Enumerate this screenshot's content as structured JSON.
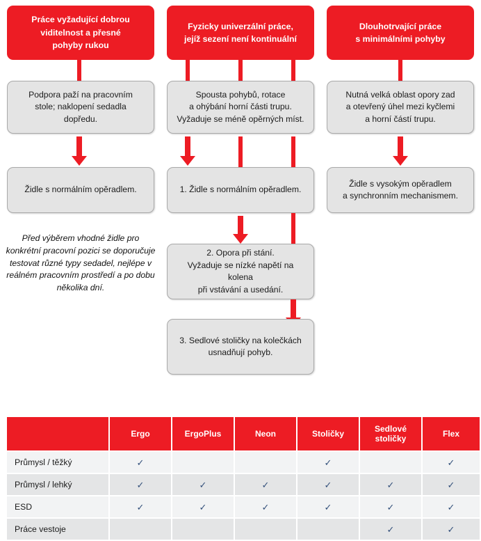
{
  "flow": {
    "columns": [
      {
        "id": "col-precision-work",
        "header": [
          "Práce vyžadující dobrou",
          "viditelnost a přesné",
          "pohyby rukou"
        ],
        "requirement": [
          "Podpora paží na pracovním",
          "stole; naklopení sedadla",
          "dopředu."
        ],
        "solutions": [
          {
            "id": "sol-1",
            "lines": [
              "Židle s normálním opěradlem."
            ]
          }
        ],
        "note": [
          "Před výběrem vhodné židle",
          "pro konkrétní pracovní pozici",
          "se doporučuje testovat různé",
          "typy sedadel, nejlépe v",
          "reálném pracovním prostředí",
          "a po dobu několika dní."
        ]
      },
      {
        "id": "col-universal-work",
        "header": [
          "Fyzicky univerzální práce,",
          "jejíž sezení není kontinuální"
        ],
        "requirement": [
          "Spousta pohybů, rotace",
          "a ohýbání horní části trupu.",
          "Vyžaduje se méně opěrných míst."
        ],
        "solutions": [
          {
            "id": "sol-1",
            "lines": [
              "1. Židle s normálním opěradlem."
            ]
          },
          {
            "id": "sol-2",
            "lines": [
              "2. Opora při stání.",
              "Vyžaduje se nízké napětí na kolena",
              "při vstávání a usedání."
            ]
          },
          {
            "id": "sol-3",
            "lines": [
              "3. Sedlové stoličky na kolečkách",
              "usnadňují pohyb."
            ]
          }
        ],
        "note": null
      },
      {
        "id": "col-longterm-work",
        "header": [
          "Dlouhotrvající práce",
          "s minimálními pohyby"
        ],
        "requirement": [
          "Nutná velká oblast opory zad",
          "a otevřený úhel mezi kyčlemi",
          "a horní částí trupu."
        ],
        "solutions": [
          {
            "id": "sol-1",
            "lines": [
              "Židle s vysokým opěradlem",
              "a synchronním mechanismem."
            ]
          }
        ],
        "note": null
      }
    ]
  },
  "matrix": {
    "corner_label": "",
    "columns": [
      {
        "label": "Ergo"
      },
      {
        "label": "ErgoPlus"
      },
      {
        "label": "Neon"
      },
      {
        "label": "Stoličky"
      },
      {
        "label": "Sedlové stoličky"
      },
      {
        "label": "Flex"
      }
    ],
    "check_glyph": "✓",
    "rows": [
      {
        "label": "Průmysl / těžký",
        "values": [
          true,
          false,
          false,
          true,
          false,
          true
        ]
      },
      {
        "label": "Průmysl / lehký",
        "values": [
          true,
          true,
          true,
          true,
          true,
          true
        ]
      },
      {
        "label": "ESD",
        "values": [
          true,
          true,
          true,
          true,
          true,
          true
        ]
      },
      {
        "label": "Práce vestoje",
        "values": [
          false,
          false,
          false,
          false,
          true,
          true
        ]
      }
    ]
  },
  "colors": {
    "brand_red": "#ED1C24",
    "box_gray": "#E4E4E4",
    "box_border": "#A9A9A9",
    "row_light": "#F2F3F4",
    "row_dark": "#E4E5E6",
    "check_blue": "#33507A"
  }
}
